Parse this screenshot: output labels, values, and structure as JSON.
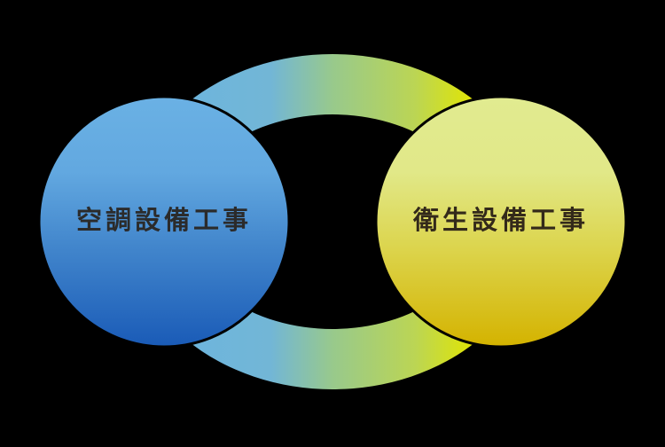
{
  "diagram": {
    "type": "two-node-cycle",
    "background": "#000000",
    "nodes": [
      {
        "id": "left",
        "label": "空調設備工事",
        "gradient_top": "#6AB1E4",
        "gradient_bottom": "#1A5BB7",
        "text_color": "#2B2B2B"
      },
      {
        "id": "right",
        "label": "衛生設備工事",
        "gradient_top": "#E1EB90",
        "gradient_bottom": "#D4B300",
        "text_color": "#33291A"
      }
    ],
    "connector": {
      "shape": "elliptical-ring",
      "gradient_left": "#6AB4E2",
      "gradient_mid": "#98C98C",
      "gradient_right": "#E3E600"
    }
  }
}
